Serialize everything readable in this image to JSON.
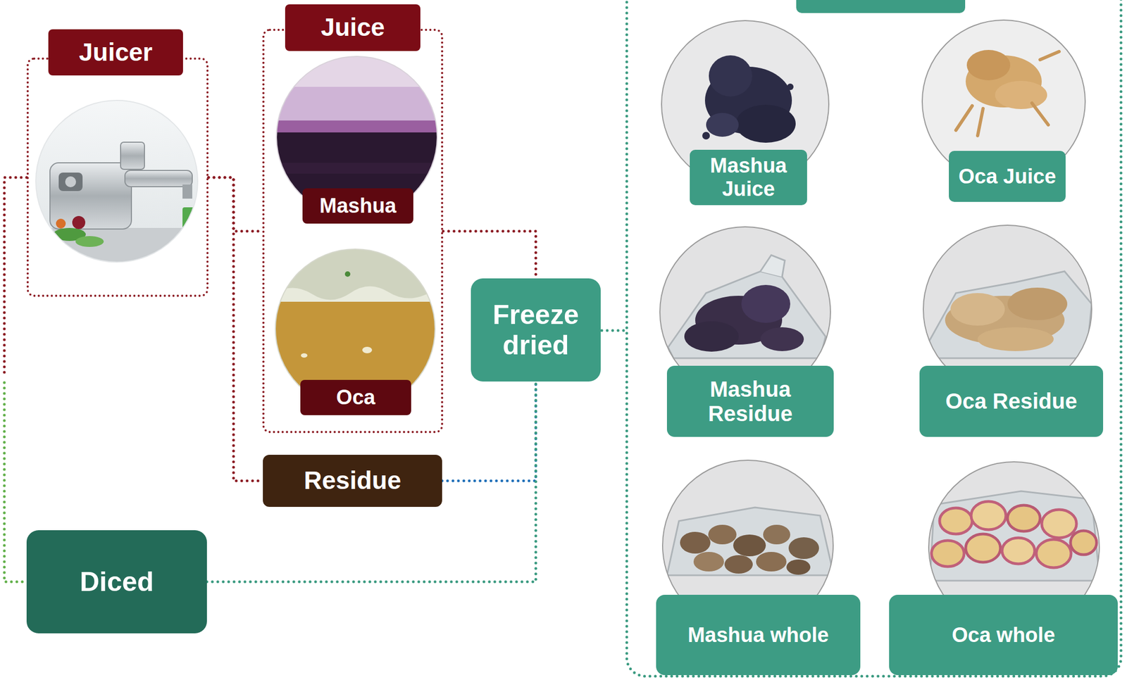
{
  "diagram": {
    "nodes": [
      {
        "text": [
          "Juicer"
        ]
      },
      {
        "text": [
          "Juice"
        ]
      },
      {
        "text": [
          "Mashua"
        ],
        "in": 1
      },
      {
        "text": [
          "Oca"
        ],
        "in": 1
      },
      {
        "text": [
          "Residue"
        ]
      },
      {
        "text": [
          "Freeze dried"
        ]
      },
      {
        "text": [
          "Diced"
        ]
      },
      {
        "text": [
          "Mashua Juice"
        ]
      },
      {
        "text": [
          "Oca Juice"
        ]
      },
      {
        "text": [
          "Mashua Residue"
        ]
      },
      {
        "text": [
          "Oca Residue"
        ]
      },
      {
        "text": [
          "Mashua whole"
        ]
      },
      {
        "text": [
          "Oca whole"
        ]
      }
    ],
    "edges": [
      {
        "from": 0,
        "to": 1,
        "arrow": "none"
      },
      {
        "from": 0,
        "to": 4,
        "arrow": "none"
      },
      {
        "from": 1,
        "to": 5,
        "arrow": "none"
      },
      {
        "from": 4,
        "to": 5,
        "arrow": "none"
      },
      {
        "from": 6,
        "to": 5,
        "arrow": "none"
      },
      {
        "from": 0,
        "to": 6,
        "arrow": "none"
      }
    ]
  }
}
